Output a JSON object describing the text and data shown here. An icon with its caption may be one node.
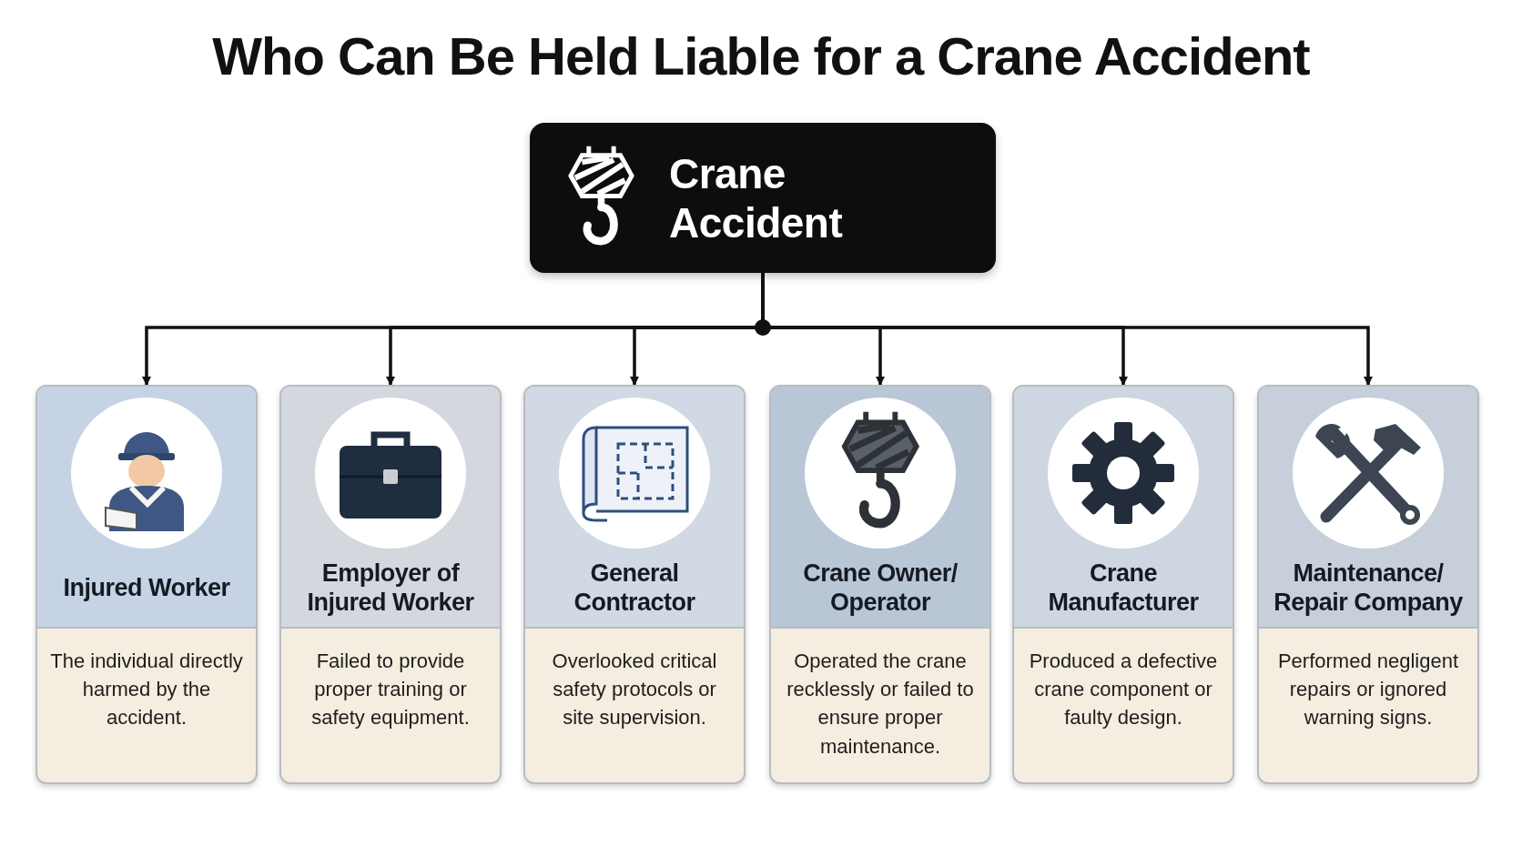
{
  "diagram": {
    "title": "Who Can Be Held Liable for a Crane Accident",
    "nodes": [
      {
        "text": [
          "Crane Accident"
        ]
      },
      {
        "text": [
          "Injured Worker",
          "The individual directly harmed by the accident."
        ]
      },
      {
        "text": [
          "Employer of Injured Worker",
          "Failed to provide proper training or safety equipment."
        ]
      },
      {
        "text": [
          "General Contractor",
          "Overlooked critical safety protocols or site supervision."
        ]
      },
      {
        "text": [
          "Crane Owner/ Operator",
          "Operated the crane recklessly or failed to ensure proper maintenance."
        ]
      },
      {
        "text": [
          "Crane Manufacturer",
          "Produced a defective crane component or faulty design."
        ]
      },
      {
        "text": [
          "Maintenance/ Repair Company",
          "Performed negligent repairs or ignored warning signs."
        ]
      }
    ],
    "edges": [
      {
        "from": 0,
        "to": 1,
        "arrow": "to"
      },
      {
        "from": 0,
        "to": 2,
        "arrow": "to"
      },
      {
        "from": 0,
        "to": 3,
        "arrow": "to"
      },
      {
        "from": 0,
        "to": 4,
        "arrow": "to"
      },
      {
        "from": 0,
        "to": 5,
        "arrow": "to"
      },
      {
        "from": 0,
        "to": 6,
        "arrow": "to"
      }
    ]
  }
}
